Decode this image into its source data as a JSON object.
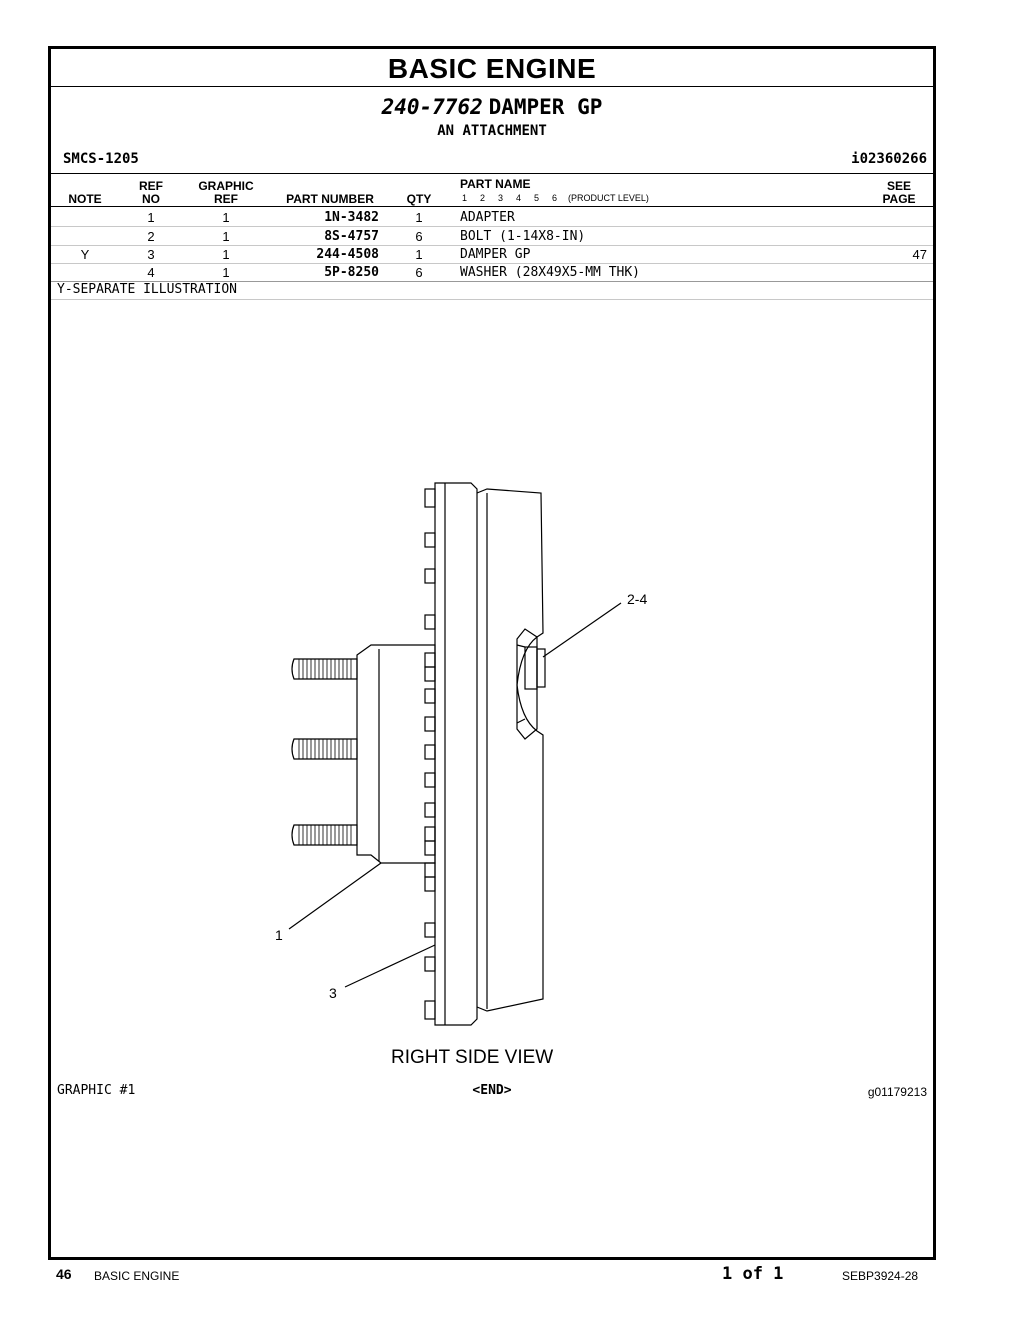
{
  "header": {
    "title": "BASIC ENGINE",
    "part_group_number": "240-7762",
    "part_group_name": "DAMPER GP",
    "subtitle": "AN ATTACHMENT",
    "smcs": "SMCS-1205",
    "ident": "i02360266"
  },
  "table": {
    "headers": {
      "note": "NOTE",
      "ref_top": "REF",
      "ref_bottom": "NO",
      "graphic_top": "GRAPHIC",
      "graphic_bottom": "REF",
      "part_number": "PART NUMBER",
      "qty": "QTY",
      "part_name": "PART NAME",
      "levels": [
        "1",
        "2",
        "3",
        "4",
        "5",
        "6",
        "(PRODUCT LEVEL)"
      ],
      "see_top": "SEE",
      "see_bottom": "PAGE"
    },
    "rows": [
      {
        "note": "",
        "ref": "1",
        "graphic": "1",
        "part_number": "1N-3482",
        "qty": "1",
        "name": "ADAPTER",
        "see_page": ""
      },
      {
        "note": "",
        "ref": "2",
        "graphic": "1",
        "part_number": "8S-4757",
        "qty": "6",
        "name": "BOLT (1-14X8-IN)",
        "see_page": ""
      },
      {
        "note": "Y",
        "ref": "3",
        "graphic": "1",
        "part_number": "244-4508",
        "qty": "1",
        "name": "DAMPER GP",
        "see_page": "47"
      },
      {
        "note": "",
        "ref": "4",
        "graphic": "1",
        "part_number": "5P-8250",
        "qty": "6",
        "name": "WASHER (28X49X5-MM THK)",
        "see_page": ""
      }
    ],
    "footnote": "Y-SEPARATE ILLUSTRATION"
  },
  "illustration": {
    "callouts": [
      "2-4",
      "1",
      "3"
    ],
    "view_label": "RIGHT SIDE VIEW",
    "graphic_label": "GRAPHIC #1",
    "end_label": "<END>",
    "graphic_number": "g01179213"
  },
  "footer": {
    "page_number": "46",
    "section": "BASIC ENGINE",
    "page_of": "1 of 1",
    "doc_number": "SEBP3924-28"
  }
}
